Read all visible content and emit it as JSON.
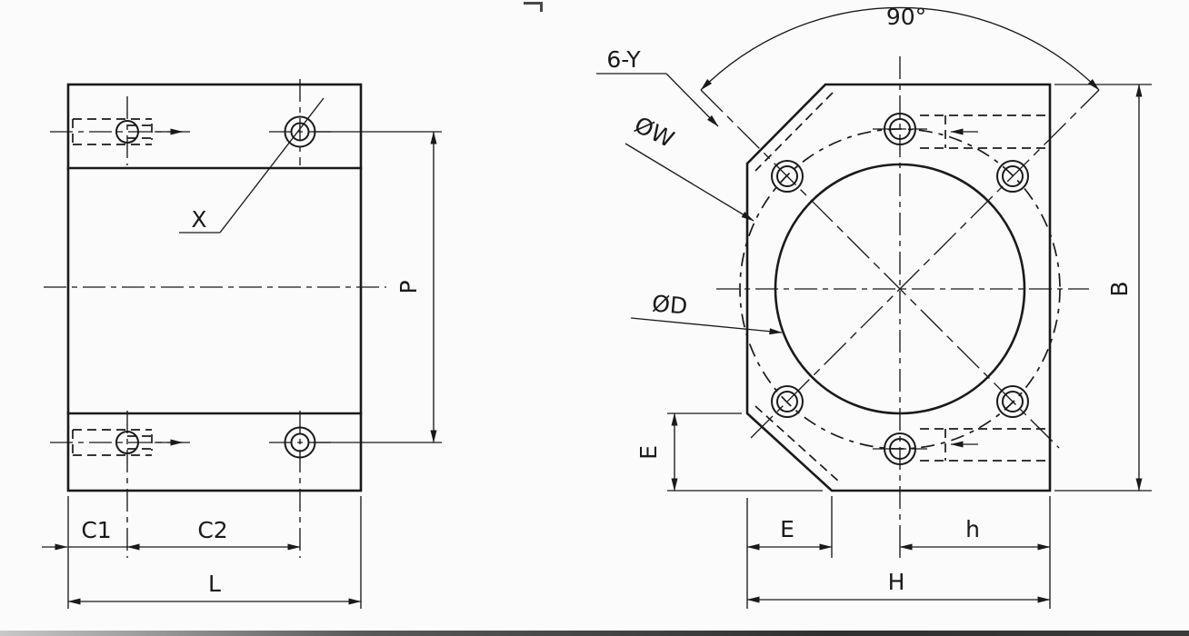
{
  "left_view": {
    "callout_x": "X",
    "dim_p": "P",
    "dim_c1": "C1",
    "dim_c2": "C2",
    "dim_l": "L"
  },
  "right_view": {
    "dim_angle": "90°",
    "callout_holes": "6-Y",
    "label_bolt_circle_dia": "ØW",
    "label_bore_dia": "ØD",
    "dim_b": "B",
    "dim_e_side": "E",
    "dim_e_bottom": "E",
    "dim_h_small": "h",
    "dim_h_large": "H"
  },
  "colors": {
    "line": "#1a1a1a",
    "background": "#fbfbfb"
  }
}
